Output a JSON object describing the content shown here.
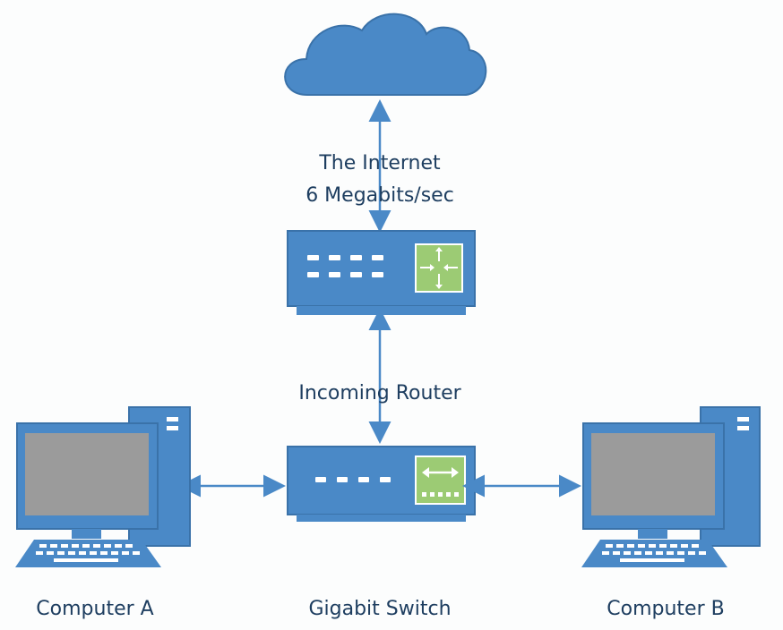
{
  "labels": {
    "internet_line1": "The Internet",
    "internet_line2": "6 Megabits/sec",
    "router": "Incoming Router",
    "computer_a": "Computer A",
    "switch": "Gigabit Switch",
    "computer_b": "Computer B"
  },
  "colors": {
    "device_blue": "#4a89c7",
    "device_stroke": "#3a72a9",
    "screen_gray": "#9b9b9b",
    "panel_green": "#9ccb74",
    "text": "#1e3e60",
    "connector": "#4a89c7"
  },
  "icons": {
    "cloud": "cloud-icon",
    "router": "router-icon",
    "switch": "switch-icon",
    "computer_a": "desktop-computer-icon",
    "computer_b": "desktop-computer-icon"
  }
}
